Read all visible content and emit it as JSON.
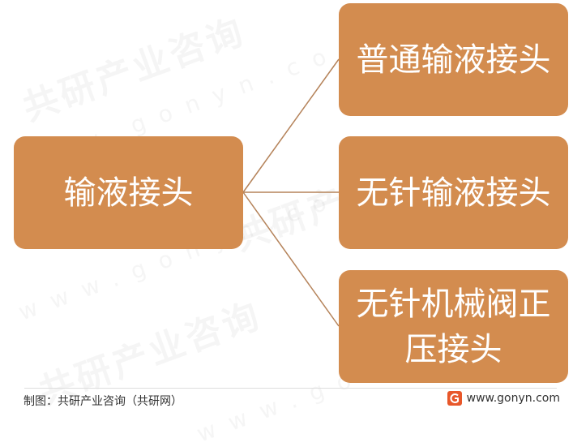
{
  "diagram": {
    "root": {
      "label": "输液接头"
    },
    "children": [
      {
        "label": "普通输液接头"
      },
      {
        "label": "无针输液接头"
      },
      {
        "label": "无针机械阀正压接头"
      }
    ],
    "colors": {
      "node_fill": "#d38c4f",
      "node_text": "#ffffff",
      "connector": "#b5835a"
    }
  },
  "footer": {
    "source": "制图：共研产业咨询（共研网）",
    "website": "www.gonyn.com",
    "logo_icon": "gonyn-logo-icon"
  },
  "watermark": {
    "brand_cn": "共研产业咨询",
    "brand_en": "www.gonyn.com"
  }
}
